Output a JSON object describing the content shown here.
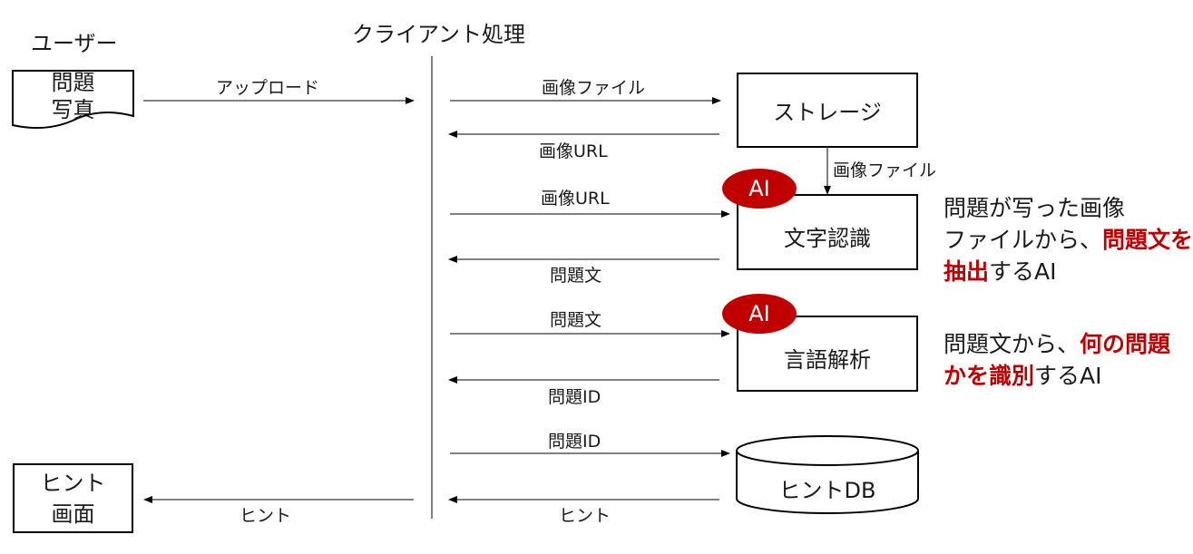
{
  "headers": {
    "user": "ユーザー",
    "client": "クライアント処理"
  },
  "user_items": {
    "photo": {
      "line1": "問題",
      "line2": "写真"
    },
    "hint_screen": {
      "line1": "ヒント",
      "line2": "画面"
    }
  },
  "services": {
    "storage": "ストレージ",
    "ocr": "文字認識",
    "nlp": "言語解析",
    "hint_db": "ヒントDB"
  },
  "ai_badge": "AI",
  "arrows": {
    "upload": "アップロード",
    "image_file_to_storage": "画像ファイル",
    "image_url_return": "画像URL",
    "storage_to_ocr": "画像ファイル",
    "image_url_to_ocr": "画像URL",
    "problem_text_return": "問題文",
    "problem_text_to_nlp": "問題文",
    "problem_id_return": "問題ID",
    "problem_id_to_db": "問題ID",
    "hint_return": "ヒント",
    "hint_to_user": "ヒント"
  },
  "notes": {
    "ocr": {
      "l1": "問題が写った画像",
      "l2a": "ファイルから、",
      "l2b": "問題文を",
      "l3a": "抽出",
      "l3b": "するAI"
    },
    "nlp": {
      "l1a": "問題文から、",
      "l1b": "何の問題",
      "l2a": "かを識別",
      "l2b": "するAI"
    }
  },
  "colors": {
    "accent": "#c00000",
    "line": "#000000"
  }
}
